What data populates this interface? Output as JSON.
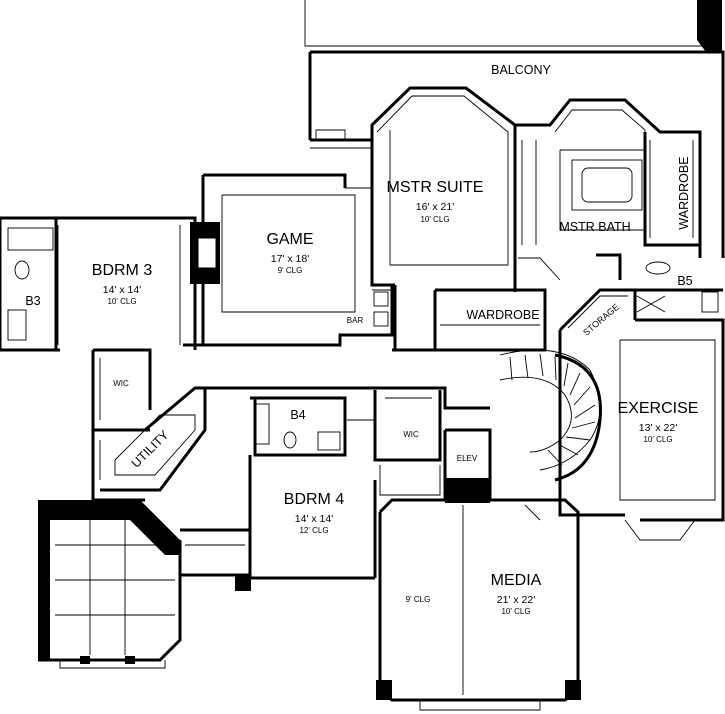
{
  "rooms": {
    "balcony": {
      "name": "BALCONY"
    },
    "mstr_suite": {
      "name": "MSTR SUITE",
      "size": "16' x 21'",
      "ceiling": "10' CLG"
    },
    "mstr_bath": {
      "name": "MSTR BATH"
    },
    "wardrobe_top": {
      "name": "WARDROBE"
    },
    "game": {
      "name": "GAME",
      "size": "17' x 18'",
      "ceiling": "9' CLG"
    },
    "bar": {
      "name": "BAR"
    },
    "bdrm3": {
      "name": "BDRM 3",
      "size": "14' x 14'",
      "ceiling": "10' CLG"
    },
    "b3": {
      "name": "B3"
    },
    "wardrobe_mid": {
      "name": "WARDROBE"
    },
    "b5": {
      "name": "B5"
    },
    "storage": {
      "name": "STORAGE"
    },
    "exercise": {
      "name": "EXERCISE",
      "size": "13' x 22'",
      "ceiling": "10' CLG"
    },
    "wic_left": {
      "name": "WIC"
    },
    "utility": {
      "name": "UTILITY"
    },
    "b4": {
      "name": "B4"
    },
    "wic_mid": {
      "name": "WIC"
    },
    "elev": {
      "name": "ELEV"
    },
    "bdrm4": {
      "name": "BDRM 4",
      "size": "14' x 14'",
      "ceiling": "12' CLG"
    },
    "media": {
      "name": "MEDIA",
      "size": "21' x 22'",
      "ceiling": "10' CLG",
      "side_ceiling": "9' CLG"
    }
  }
}
